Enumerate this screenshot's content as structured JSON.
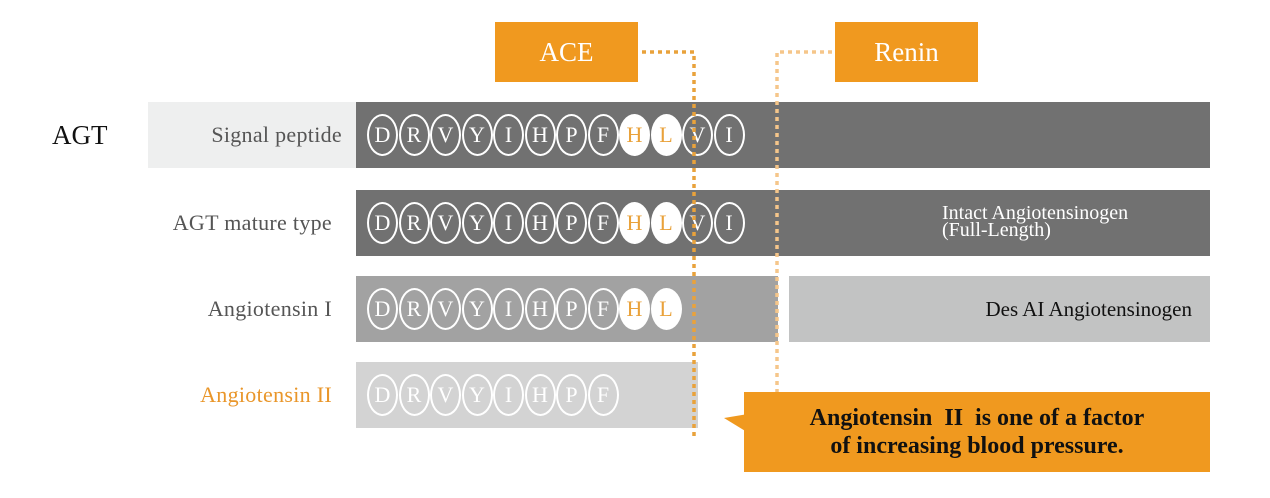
{
  "colors": {
    "accent_orange": "#f0991f",
    "cleavage_text_orange": "#e9a23b",
    "dotted_ace": "#e9a23b",
    "dotted_renin": "#f5c68a",
    "agt_bar": "#717171",
    "mature_bar": "#717171",
    "angiotensin1_bar": "#a2a2a2",
    "angiotensin2_bar": "#d3d3d3",
    "des_ai_box": "#c2c3c3",
    "signal_peptide_bg": "#eeefef"
  },
  "enzymes": {
    "ace": "ACE",
    "renin": "Renin"
  },
  "rows": {
    "agt": {
      "title": "AGT",
      "label": "Signal peptide",
      "residues": [
        "D",
        "R",
        "V",
        "Y",
        "I",
        "H",
        "P",
        "F",
        "H",
        "L",
        "V",
        "I"
      ],
      "cleaved_indices": [
        8,
        9
      ]
    },
    "mature": {
      "label": "AGT mature type",
      "residues": [
        "D",
        "R",
        "V",
        "Y",
        "I",
        "H",
        "P",
        "F",
        "H",
        "L",
        "V",
        "I"
      ],
      "cleaved_indices": [
        8,
        9
      ],
      "note_line1": "Intact Angiotensinogen",
      "note_line2": "(Full-Length)"
    },
    "angiotensin1": {
      "label": "Angiotensin I",
      "residues": [
        "D",
        "R",
        "V",
        "Y",
        "I",
        "H",
        "P",
        "F",
        "H",
        "L"
      ],
      "cleaved_indices": [
        8,
        9
      ],
      "remainder_label": "Des AI Angiotensinogen"
    },
    "angiotensin2": {
      "label": "Angiotensin II",
      "residues": [
        "D",
        "R",
        "V",
        "Y",
        "I",
        "H",
        "P",
        "F"
      ],
      "cleaved_indices": []
    }
  },
  "callout": {
    "line1": "Angiotensin  II  is one of a factor",
    "line2": "of increasing blood pressure."
  }
}
